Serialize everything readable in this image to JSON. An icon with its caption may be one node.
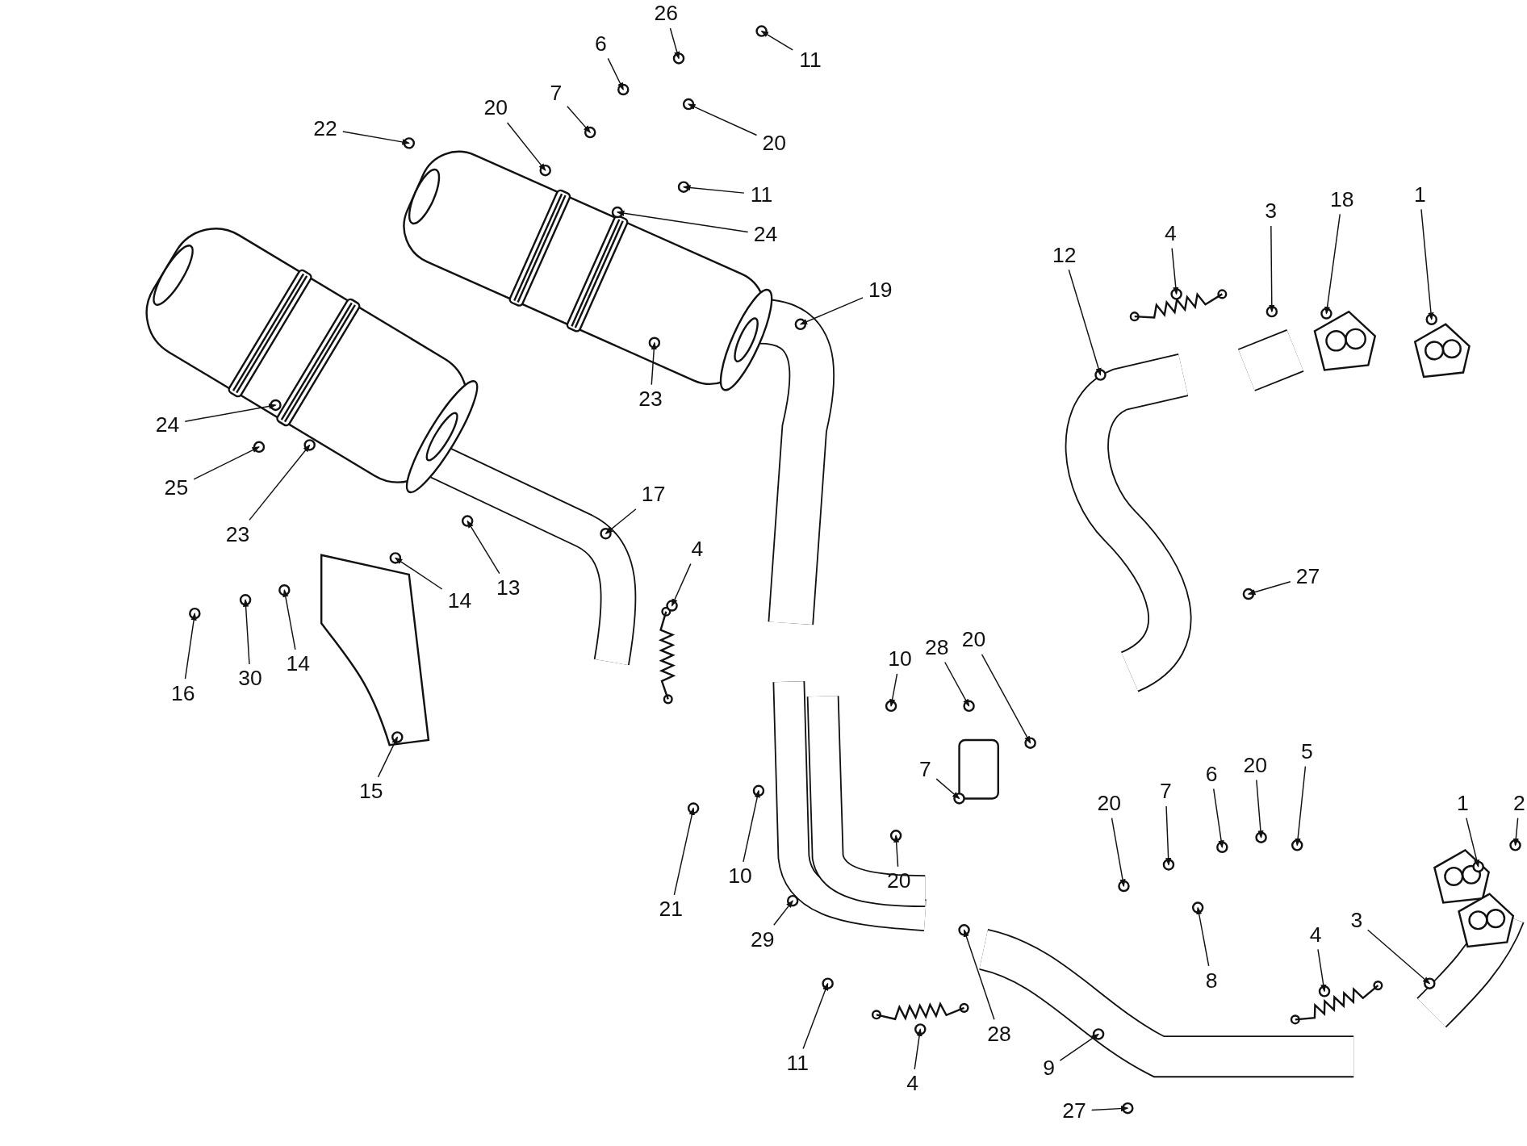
{
  "diagram": {
    "nodes": [
      {
        "text": [
          "26"
        ]
      },
      {
        "text": [
          "6"
        ]
      },
      {
        "text": [
          "11"
        ]
      },
      {
        "text": [
          "7"
        ]
      },
      {
        "text": [
          "20"
        ]
      },
      {
        "text": [
          "20"
        ]
      },
      {
        "text": [
          "22"
        ]
      },
      {
        "text": [
          "11"
        ]
      },
      {
        "text": [
          "24"
        ]
      },
      {
        "text": [
          "4"
        ]
      },
      {
        "text": [
          "3"
        ]
      },
      {
        "text": [
          "18"
        ]
      },
      {
        "text": [
          "1"
        ]
      },
      {
        "text": [
          "12"
        ]
      },
      {
        "text": [
          "19"
        ]
      },
      {
        "text": [
          "23"
        ]
      },
      {
        "text": [
          "24"
        ]
      },
      {
        "text": [
          "25"
        ]
      },
      {
        "text": [
          "17"
        ]
      },
      {
        "text": [
          "23"
        ]
      },
      {
        "text": [
          "4"
        ]
      },
      {
        "text": [
          "27"
        ]
      },
      {
        "text": [
          "13"
        ]
      },
      {
        "text": [
          "14"
        ]
      },
      {
        "text": [
          "14"
        ]
      },
      {
        "text": [
          "16"
        ]
      },
      {
        "text": [
          "30"
        ]
      },
      {
        "text": [
          "15"
        ]
      },
      {
        "text": [
          "10"
        ]
      },
      {
        "text": [
          "28"
        ]
      },
      {
        "text": [
          "20"
        ]
      },
      {
        "text": [
          "7"
        ]
      },
      {
        "text": [
          "6"
        ]
      },
      {
        "text": [
          "5"
        ]
      },
      {
        "text": [
          "20"
        ]
      },
      {
        "text": [
          "20"
        ]
      },
      {
        "text": [
          "7"
        ]
      },
      {
        "text": [
          "10"
        ]
      },
      {
        "text": [
          "20"
        ]
      },
      {
        "text": [
          "2"
        ]
      },
      {
        "text": [
          "1"
        ]
      },
      {
        "text": [
          "21"
        ]
      },
      {
        "text": [
          "29"
        ]
      },
      {
        "text": [
          "3"
        ]
      },
      {
        "text": [
          "8"
        ]
      },
      {
        "text": [
          "4"
        ]
      },
      {
        "text": [
          "28"
        ]
      },
      {
        "text": [
          "11"
        ]
      },
      {
        "text": [
          "9"
        ]
      },
      {
        "text": [
          "4"
        ]
      },
      {
        "text": [
          "27"
        ]
      }
    ],
    "edges": [
      {
        "from": 0,
        "to": null,
        "arrow": "to"
      },
      {
        "from": 1,
        "to": null,
        "arrow": "to"
      },
      {
        "from": 2,
        "to": null,
        "arrow": "to"
      },
      {
        "from": 3,
        "to": null,
        "arrow": "to"
      },
      {
        "from": 4,
        "to": null,
        "arrow": "to"
      },
      {
        "from": 5,
        "to": null,
        "arrow": "to"
      },
      {
        "from": 6,
        "to": null,
        "arrow": "to"
      },
      {
        "from": 7,
        "to": null,
        "arrow": "to"
      },
      {
        "from": 8,
        "to": null,
        "arrow": "to"
      },
      {
        "from": 9,
        "to": null,
        "arrow": "to"
      },
      {
        "from": 10,
        "to": null,
        "arrow": "to"
      },
      {
        "from": 11,
        "to": null,
        "arrow": "to"
      },
      {
        "from": 12,
        "to": null,
        "arrow": "to"
      },
      {
        "from": 13,
        "to": null,
        "arrow": "to"
      },
      {
        "from": 14,
        "to": null,
        "arrow": "to"
      },
      {
        "from": 15,
        "to": null,
        "arrow": "to"
      },
      {
        "from": 16,
        "to": null,
        "arrow": "to"
      },
      {
        "from": 17,
        "to": null,
        "arrow": "to"
      },
      {
        "from": 18,
        "to": null,
        "arrow": "to"
      },
      {
        "from": 19,
        "to": null,
        "arrow": "to"
      },
      {
        "from": 20,
        "to": null,
        "arrow": "to"
      },
      {
        "from": 21,
        "to": null,
        "arrow": "to"
      },
      {
        "from": 22,
        "to": null,
        "arrow": "to"
      },
      {
        "from": 23,
        "to": null,
        "arrow": "to"
      },
      {
        "from": 24,
        "to": null,
        "arrow": "to"
      },
      {
        "from": 25,
        "to": null,
        "arrow": "to"
      },
      {
        "from": 26,
        "to": null,
        "arrow": "to"
      },
      {
        "from": 27,
        "to": null,
        "arrow": "to"
      },
      {
        "from": 28,
        "to": null,
        "arrow": "to"
      },
      {
        "from": 29,
        "to": null,
        "arrow": "to"
      },
      {
        "from": 30,
        "to": null,
        "arrow": "to"
      },
      {
        "from": 31,
        "to": null,
        "arrow": "to"
      },
      {
        "from": 32,
        "to": null,
        "arrow": "to"
      },
      {
        "from": 33,
        "to": null,
        "arrow": "to"
      },
      {
        "from": 34,
        "to": null,
        "arrow": "to"
      },
      {
        "from": 35,
        "to": null,
        "arrow": "to"
      },
      {
        "from": 36,
        "to": null,
        "arrow": "to"
      },
      {
        "from": 37,
        "to": null,
        "arrow": "to"
      },
      {
        "from": 38,
        "to": null,
        "arrow": "to"
      },
      {
        "from": 39,
        "to": null,
        "arrow": "to"
      },
      {
        "from": 40,
        "to": null,
        "arrow": "to"
      },
      {
        "from": 41,
        "to": null,
        "arrow": "to"
      },
      {
        "from": 42,
        "to": null,
        "arrow": "to"
      },
      {
        "from": 43,
        "to": null,
        "arrow": "to"
      },
      {
        "from": 44,
        "to": null,
        "arrow": "to"
      },
      {
        "from": 45,
        "to": null,
        "arrow": "to"
      },
      {
        "from": 46,
        "to": null,
        "arrow": "to"
      },
      {
        "from": 47,
        "to": null,
        "arrow": "to"
      },
      {
        "from": 48,
        "to": null,
        "arrow": "to"
      },
      {
        "from": 49,
        "to": null,
        "arrow": "to"
      },
      {
        "from": 50,
        "to": null,
        "arrow": "to"
      }
    ]
  }
}
